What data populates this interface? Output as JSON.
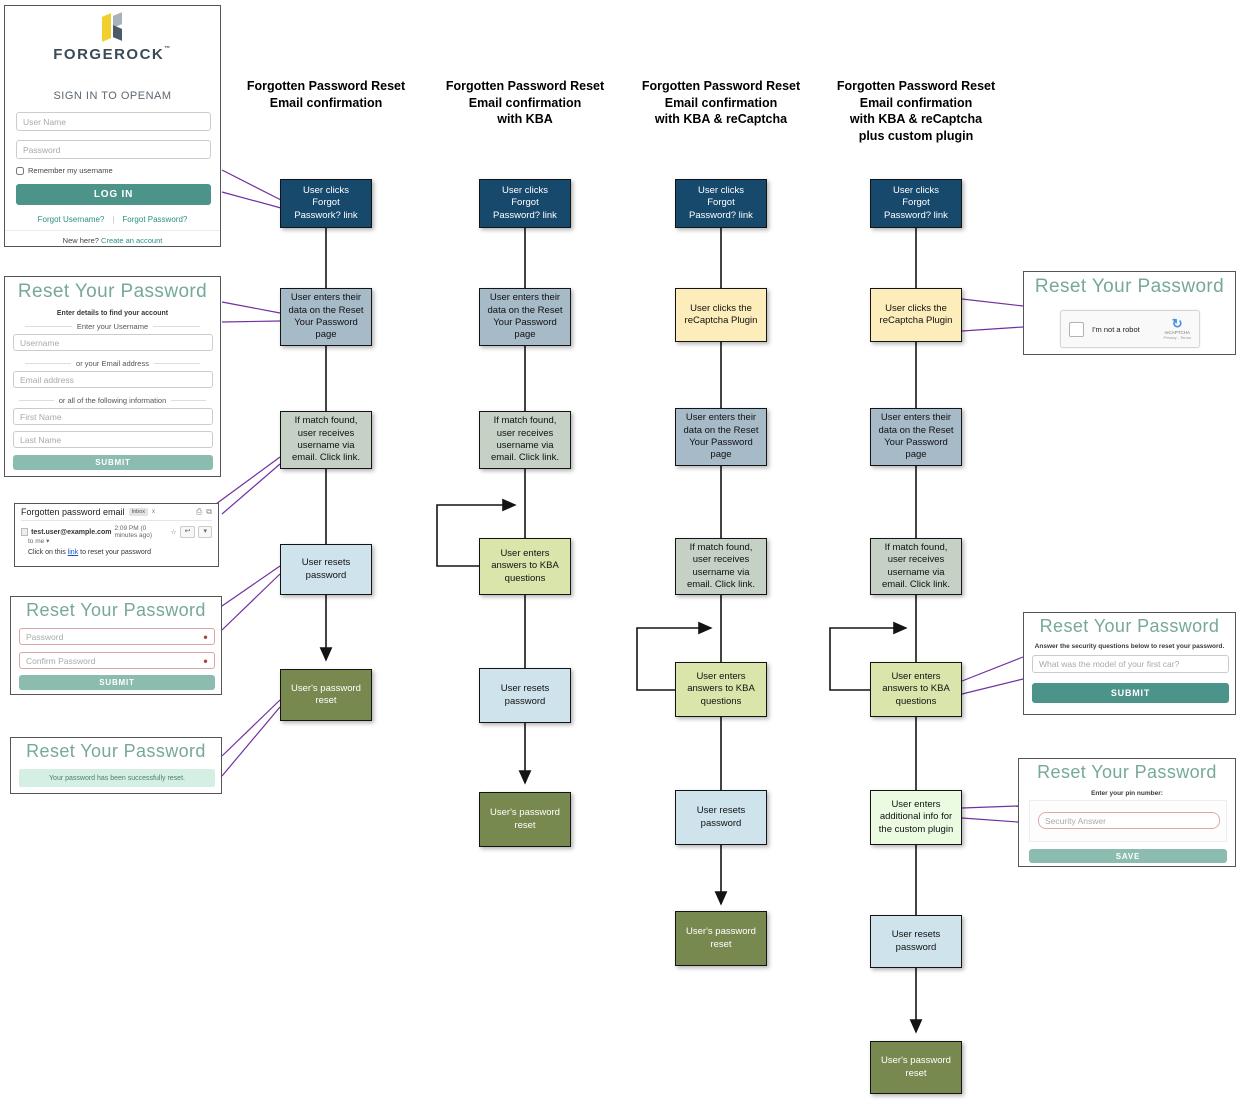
{
  "colors": {
    "navy": "#17496d",
    "bluegray": "#a7bac8",
    "sage": "#c5d1c4",
    "kba": "#d9e5ab",
    "lightblue": "#cfe3ed",
    "olive": "#78894f",
    "cream": "#fcedbb",
    "mint": "#eafbe2",
    "purple": "#7030a0",
    "flowline": "#141414",
    "teal": "#4c9389",
    "teal_light": "#8cbcb0",
    "title_teal": "#76a89b",
    "link_teal": "#2a8f85"
  },
  "icons": {
    "print": "⎙",
    "open_in_new": "⧉",
    "star": "☆",
    "reply": "↩",
    "caret_down": "▾",
    "refresh": "↻",
    "error_dot": "●"
  },
  "headers": [
    "Forgotten Password Reset\nEmail confirmation",
    "Forgotten Password Reset\nEmail confirmation\nwith KBA",
    "Forgotten Password Reset\nEmail confirmation\nwith KBA & reCaptcha",
    "Forgotten Password Reset\nEmail confirmation\nwith KBA & reCaptcha\nplus custom plugin"
  ],
  "flow": {
    "columns": [
      {
        "boxes": [
          {
            "label": "User clicks\nForgot\nPasswork? link"
          },
          {
            "label": "User enters their\ndata on the Reset\nYour Password\npage"
          },
          {
            "label": "If match found,\nuser receives\nusername via\nemail. Click link."
          },
          {
            "label": "User resets\npassword"
          },
          {
            "label": "User's password\nreset"
          }
        ]
      },
      {
        "boxes": [
          {
            "label": "User clicks\nForgot\nPassword? link"
          },
          {
            "label": "User enters their\ndata on the Reset\nYour Password\npage"
          },
          {
            "label": "If match found,\nuser receives\nusername via\nemail. Click link."
          },
          {
            "label": "User enters\nanswers to KBA\nquestions"
          },
          {
            "label": "User resets\npassword"
          },
          {
            "label": "User's password\nreset"
          }
        ]
      },
      {
        "boxes": [
          {
            "label": "User clicks\nForgot\nPassword? link"
          },
          {
            "label": "User clicks the\nreCaptcha Plugin"
          },
          {
            "label": "User enters their\ndata on the Reset\nYour Password\npage"
          },
          {
            "label": "If match found,\nuser receives\nusername via\nemail. Click link."
          },
          {
            "label": "User enters\nanswers to KBA\nquestions"
          },
          {
            "label": "User resets\npassword"
          },
          {
            "label": "User's password\nreset"
          }
        ]
      },
      {
        "boxes": [
          {
            "label": "User clicks\nForgot\nPassword? link"
          },
          {
            "label": "User clicks the\nreCaptcha Plugin"
          },
          {
            "label": "User enters their\ndata on the Reset\nYour Password\npage"
          },
          {
            "label": "If match found,\nuser receives\nusername via\nemail. Click link."
          },
          {
            "label": "User enters\nanswers to KBA\nquestions"
          },
          {
            "label": "User enters\nadditional info for\nthe custom plugin"
          },
          {
            "label": "User resets\npassword"
          },
          {
            "label": "User's password\nreset"
          }
        ]
      }
    ]
  },
  "screens": {
    "login": {
      "brand": "FORGEROCK",
      "tm": "™",
      "title": "SIGN IN TO OPENAM",
      "username_ph": "User Name",
      "password_ph": "Password",
      "remember_label": "Remember my username",
      "login_label": "LOG IN",
      "forgot_username": "Forgot Username?",
      "divider": "|",
      "forgot_password": "Forgot Password?",
      "new_here": "New here?",
      "create_account": "Create an account"
    },
    "find_account": {
      "title": "Reset Your Password",
      "subtitle": "Enter details to find your account",
      "section_username": "Enter your Username",
      "username_ph": "Username",
      "section_email": "or your Email address",
      "email_ph": "Email address",
      "section_all": "or all of the following information",
      "first_name_ph": "First Name",
      "last_name_ph": "Last Name",
      "submit_label": "SUBMIT"
    },
    "email": {
      "subject": "Forgotten password email",
      "inbox_label": "Inbox",
      "inbox_x": "x",
      "sender": "test.user@example.com",
      "time": "2:09 PM (0 minutes ago)",
      "to_me": "to me",
      "body_pre": "Click on this ",
      "body_link": "link",
      "body_post": " to reset your password"
    },
    "reset_form": {
      "title": "Reset Your Password",
      "password_ph": "Password",
      "confirm_ph": "Confirm Password",
      "submit_label": "SUBMIT"
    },
    "success": {
      "title": "Reset Your Password",
      "message": "Your password has been successfully reset."
    },
    "recaptcha": {
      "title": "Reset Your Password",
      "checkbox_label": "I'm not a robot",
      "logo_label": "reCAPTCHA",
      "terms_label": "Privacy - Terms"
    },
    "kba": {
      "title": "Reset Your Password",
      "subtitle": "Answer the security questions below to reset your password.",
      "question_ph": "What was the model of your first car?",
      "submit_label": "SUBMIT"
    },
    "plugin": {
      "title": "Reset Your Password",
      "subtitle": "Enter your pin number:",
      "answer_ph": "Security Answer",
      "save_label": "SAVE"
    }
  }
}
